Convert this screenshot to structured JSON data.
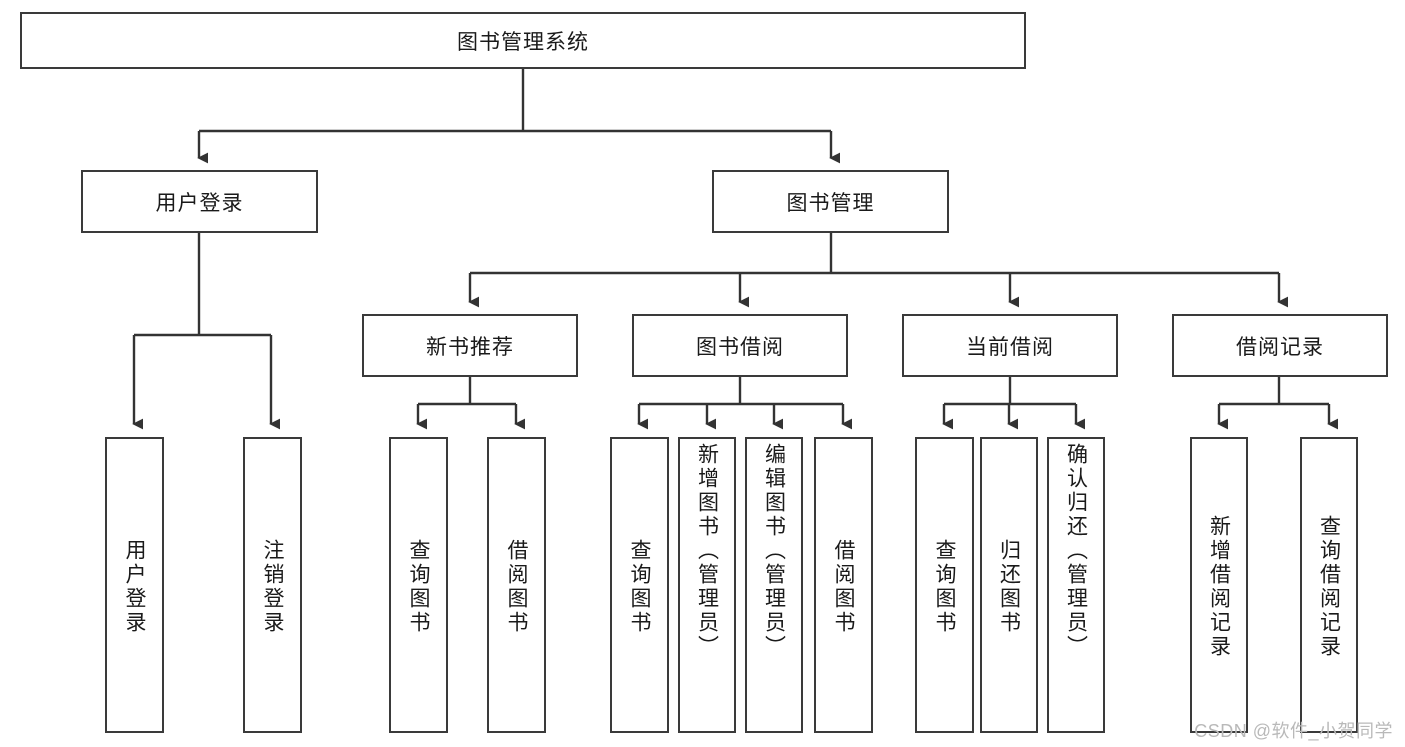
{
  "diagram": {
    "type": "tree-hierarchy",
    "title": "图书管理系统",
    "watermark": "CSDN @软件_小贺同学",
    "colors": {
      "box_border": "#3a3a3a",
      "box_fill": "#ffffff",
      "connector": "#333333",
      "text": "#1a1a1a",
      "watermark": "#b9b9b9"
    },
    "root": {
      "id": "root",
      "label": "图书管理系统",
      "orientation": "horizontal"
    },
    "level1": [
      {
        "id": "user-login",
        "label": "用户登录",
        "orientation": "horizontal"
      },
      {
        "id": "book-manage",
        "label": "图书管理",
        "orientation": "horizontal"
      }
    ],
    "level2": [
      {
        "id": "new-book-rec",
        "label": "新书推荐",
        "orientation": "horizontal",
        "parent": "book-manage"
      },
      {
        "id": "book-borrow",
        "label": "图书借阅",
        "orientation": "horizontal",
        "parent": "book-manage"
      },
      {
        "id": "current-borrow",
        "label": "当前借阅",
        "orientation": "horizontal",
        "parent": "book-manage"
      },
      {
        "id": "borrow-record",
        "label": "借阅记录",
        "orientation": "horizontal",
        "parent": "book-manage"
      }
    ],
    "leaves": [
      {
        "id": "leaf-user-login",
        "label": "用户登录",
        "parent": "user-login",
        "orientation": "vertical"
      },
      {
        "id": "leaf-user-logout",
        "label": "注销登录",
        "parent": "user-login",
        "orientation": "vertical"
      },
      {
        "id": "leaf-query-book-1",
        "label": "查询图书",
        "parent": "new-book-rec",
        "orientation": "vertical"
      },
      {
        "id": "leaf-borrow-book-1",
        "label": "借阅图书",
        "parent": "new-book-rec",
        "orientation": "vertical"
      },
      {
        "id": "leaf-query-book-2",
        "label": "查询图书",
        "parent": "book-borrow",
        "orientation": "vertical"
      },
      {
        "id": "leaf-add-book",
        "label": "新增图书（管理员）",
        "parent": "book-borrow",
        "orientation": "vertical"
      },
      {
        "id": "leaf-edit-book",
        "label": "编辑图书（管理员）",
        "parent": "book-borrow",
        "orientation": "vertical"
      },
      {
        "id": "leaf-borrow-book-2",
        "label": "借阅图书",
        "parent": "book-borrow",
        "orientation": "vertical"
      },
      {
        "id": "leaf-query-book-3",
        "label": "查询图书",
        "parent": "current-borrow",
        "orientation": "vertical"
      },
      {
        "id": "leaf-return-book",
        "label": "归还图书",
        "parent": "current-borrow",
        "orientation": "vertical"
      },
      {
        "id": "leaf-confirm-return",
        "label": "确认归还（管理员）",
        "parent": "current-borrow",
        "orientation": "vertical"
      },
      {
        "id": "leaf-add-record",
        "label": "新增借阅记录",
        "parent": "borrow-record",
        "orientation": "vertical"
      },
      {
        "id": "leaf-query-record",
        "label": "查询借阅记录",
        "parent": "borrow-record",
        "orientation": "vertical"
      }
    ]
  }
}
